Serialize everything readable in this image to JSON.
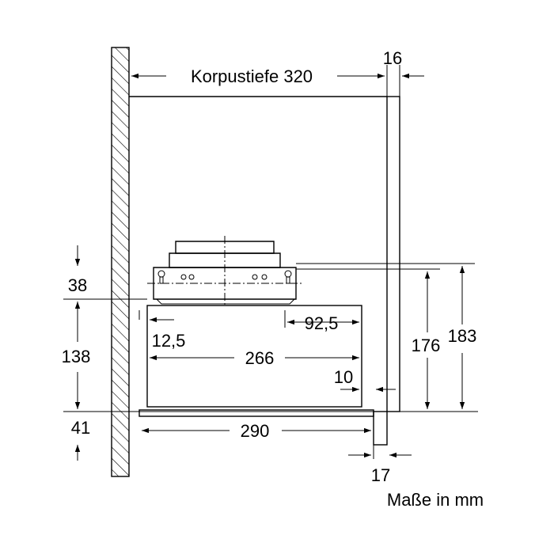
{
  "diagram": {
    "labels": {
      "korpustiefe": "Korpustiefe 320",
      "d16": "16",
      "d38": "38",
      "d138": "138",
      "d41": "41",
      "d12_5": "12,5",
      "d92_5": "92,5",
      "d266": "266",
      "d10": "10",
      "d176": "176",
      "d183": "183",
      "d290": "290",
      "d17": "17",
      "units": "Maße in mm"
    }
  }
}
